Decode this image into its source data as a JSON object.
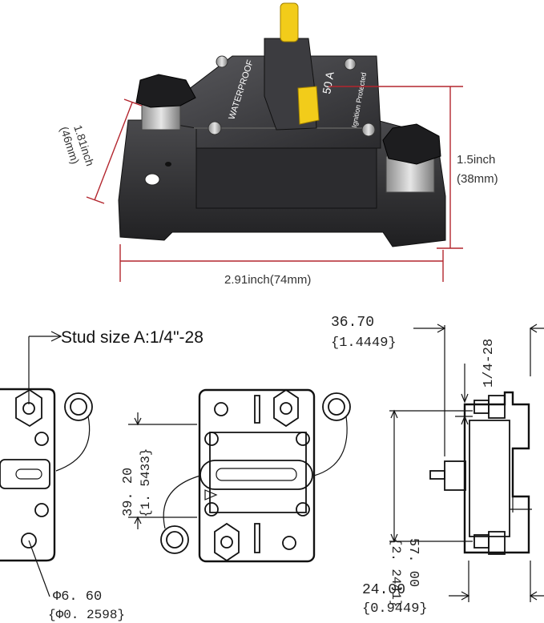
{
  "product": {
    "label_waterproof": "WATERPROOF",
    "label_rating": "50 A",
    "label_ignition": "Ignition Protected"
  },
  "photo_dims": {
    "depth_label_line1": "1.81inch",
    "depth_label_line2": "(46mm)",
    "height_label_line1": "1.5inch",
    "height_label_line2": "(38mm)",
    "width_label": "2.91inch(74mm)"
  },
  "drawing": {
    "stud_size": "Stud size A:1/4\"-28",
    "spacing_mm": "39. 20",
    "spacing_in": "{1. 5433}",
    "hole_mm": "Φ6. 60",
    "hole_in": "{Φ0. 2598}",
    "depth_mm": "36.70",
    "depth_in": "{1.4449}",
    "thread": "1/4-28",
    "height_mm": "57. 00",
    "height_in": "{2. 2441}",
    "width_mm": "24.00",
    "width_in": "{0.9449}"
  },
  "colors": {
    "body": "#2e2e30",
    "handle": "#f2cc1a",
    "dimension_red": "#b3262e",
    "line": "#111111"
  }
}
